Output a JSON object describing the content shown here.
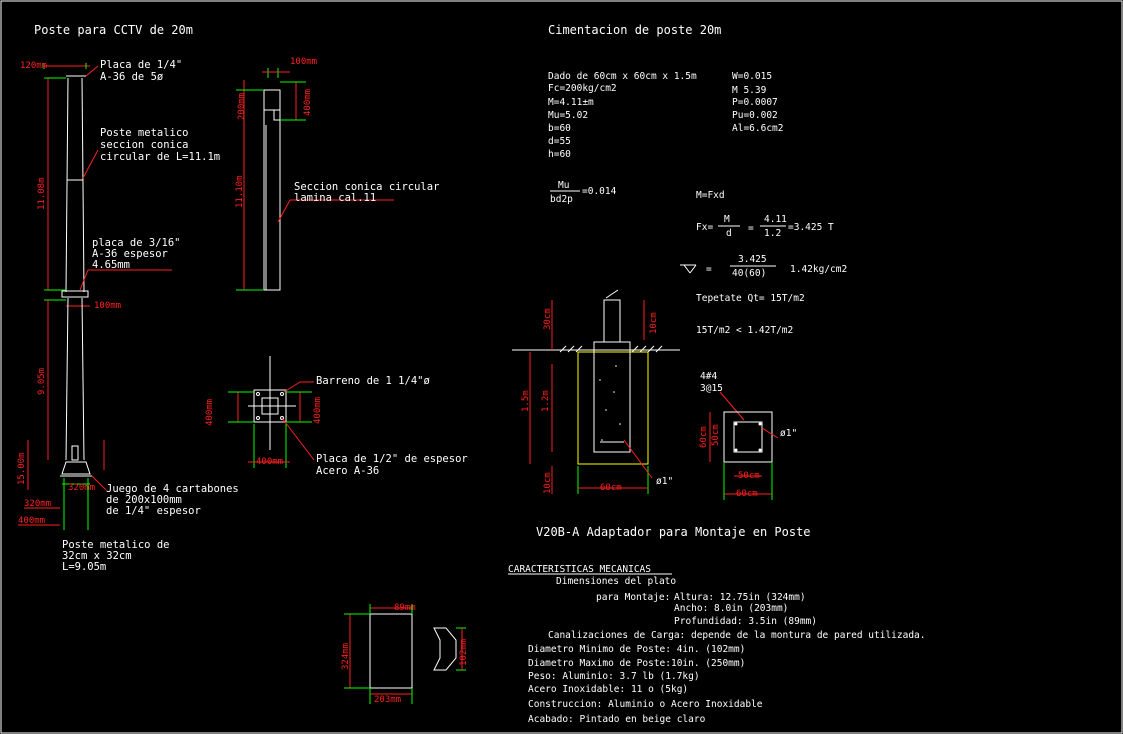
{
  "pole": {
    "title": "Poste para CCTV de 20m",
    "placa_top": "Placa de 1/4\"",
    "placa_top_2": "A-36 de 5ø",
    "poste_metalico": "Poste metalico",
    "seccion_conica": "seccion conica",
    "circular_de": "circular de L=11.1m",
    "placa_mid": "placa de 3/16\"",
    "placa_mid_2": "A-36 espesor",
    "placa_mid_3": "4.65mm",
    "juego": "Juego de 4 cartabones",
    "juego_2": "de 200x100mm",
    "juego_3": "de 1/4\" espesor",
    "poste_base": "Poste metalico de",
    "poste_base_2": "32cm x 32cm",
    "poste_base_3": "L=9.05m",
    "dims": {
      "d120": "120mm",
      "d11": "11.08m",
      "d100": "100mm",
      "d905": "9.05m",
      "d15": "15.00m",
      "d320": "320mm",
      "d400": "400mm"
    }
  },
  "section": {
    "label": "Seccion conica circular",
    "label_2": "lamina cal.11",
    "dims": {
      "d100": "100mm",
      "d_left": "200mm",
      "d_right": "400mm",
      "d11": "11.10m"
    }
  },
  "plate": {
    "barreno": "Barreno de 1 1/4\"ø",
    "placa": "Placa de 1/2\" de espesor",
    "acero": "Acero A-36",
    "dims": {
      "d_left": "400mm",
      "d_right": "400mm",
      "d_bottom": "400mm"
    }
  },
  "foundation": {
    "title": "Cimentacion de poste 20m",
    "calc_left": [
      "Dado de 60cm x 60cm x 1.5m",
      "Fc=200kg/cm2",
      "M=4.11±m",
      "Mu=5.02",
      "b=60",
      "d=55",
      "h=60"
    ],
    "calc_right": [
      "W=0.015",
      "M 5.39",
      "P=0.0007",
      "Pu=0.002",
      "Al=6.6cm2"
    ],
    "frac_num": "Mu",
    "frac_den": "bd2p",
    "frac_result": "=0.014",
    "mfxd": "M=Fxd",
    "fx_label": "Fx=",
    "fx_m": "M",
    "fx_d": "d",
    "fx_eq": "=",
    "fx_num": "4.11",
    "fx_den": "1.2",
    "fx_result": "=3.425  T",
    "sigma_eq": "=",
    "sigma_num": "3.425",
    "sigma_den": "40(60)",
    "sigma_result": "1.42kg/cm2",
    "tepetate": "Tepetate Qt= 15T/m2",
    "compare": "15T/m2 < 1.42T/m2",
    "rebar_1": "4#4",
    "rebar_2": "3@15",
    "rebar_dia": "ø1\"",
    "dado_dia": "ø1\"",
    "dims": {
      "d60": "60cm",
      "d15": "1.5m",
      "d12": "1.2m",
      "dtop": "30cm",
      "dtop_r": "10cm",
      "dbot": "10cm",
      "sec_left": "60cm",
      "sec_left2": "50cm",
      "sec_bottom": "50cm",
      "sec_bottom2": "60cm"
    }
  },
  "adapter": {
    "title": "V20B-A Adaptador para Montaje en Poste",
    "char_title": "CARACTERISTICAS MECANICAS",
    "dim_plato": "Dimensiones del plato",
    "para_montaje": "para Montaje:",
    "altura": "Altura: 12.75in (324mm)",
    "ancho": "Ancho: 8.0in (203mm)",
    "profundidad": "Profundidad: 3.5in (89mm)",
    "canalizaciones": "Canalizaciones de Carga: depende de la montura de pared utilizada.",
    "diam_min": "Diametro Minimo de Poste: 4in. (102mm)",
    "diam_max": "Diametro Maximo de Poste:10in. (250mm)",
    "peso": "Peso: Aluminio: 3.7 lb (1.7kg)",
    "peso_2": "Acero Inoxidable: 11 o (5kg)",
    "construccion": "Construccion: Aluminio o Acero Inoxidable",
    "acabado": "Acabado: Pintado en beige claro",
    "dims": {
      "d89": "89mm",
      "d324": "324mm",
      "d203": "203mm",
      "d_r": "102mm"
    }
  },
  "colors": {
    "background": "#000000",
    "lines": "#ffffff",
    "dimensions": "#ff2020",
    "extension": "#00ff00",
    "hatch": "#ffff00"
  }
}
